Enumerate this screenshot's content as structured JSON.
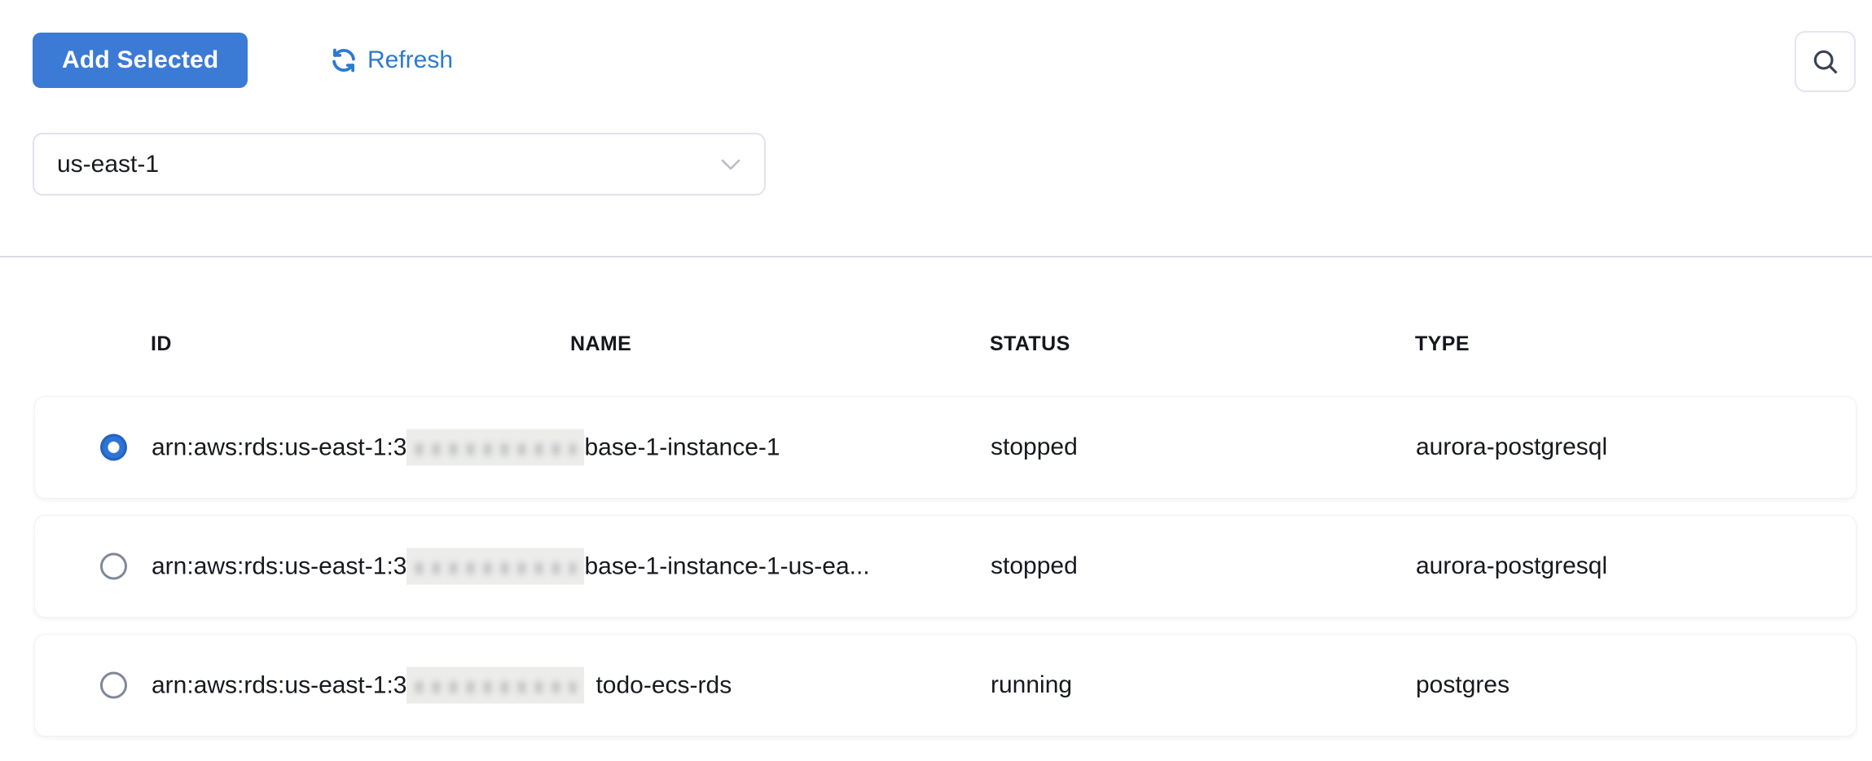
{
  "toolbar": {
    "add_selected_label": "Add Selected",
    "refresh_label": "Refresh",
    "icons": {
      "refresh": "refresh-icon",
      "search": "search-icon"
    }
  },
  "region_select": {
    "value": "us-east-1",
    "icon": "chevron-down-icon"
  },
  "table": {
    "columns": {
      "id": "ID",
      "name": "NAME",
      "status": "STATUS",
      "type": "TYPE"
    },
    "rows": [
      {
        "selected": true,
        "id_prefix": "arn:aws:rds:us-east-1:3",
        "id_redacted": true,
        "id_suffix": "base-1-instance-1",
        "name": "",
        "status": "stopped",
        "type": "aurora-postgresql"
      },
      {
        "selected": false,
        "id_prefix": "arn:aws:rds:us-east-1:3",
        "id_redacted": true,
        "id_suffix": "base-1-instance-1-us-ea...",
        "name": "",
        "status": "stopped",
        "type": "aurora-postgresql"
      },
      {
        "selected": false,
        "id_prefix": "arn:aws:rds:us-east-1:3",
        "id_redacted": true,
        "id_suffix": "todo-ecs-rds",
        "name": "",
        "status": "running",
        "type": "postgres"
      }
    ]
  },
  "colors": {
    "primary_button": "#3b7bd5",
    "link_blue": "#2b7ad2",
    "radio_selected": "#2e74d4",
    "radio_unselected_ring": "#818799",
    "divider": "#d9dbe4",
    "redaction_box": "#ececeb",
    "border_light": "#e0e2ec"
  }
}
